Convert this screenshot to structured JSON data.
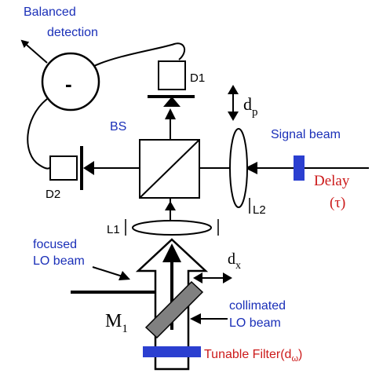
{
  "labels": {
    "balanced_detection_line1": "Balanced",
    "balanced_detection_line2": "detection",
    "detector_sign": "-",
    "d1": "D1",
    "d2": "D2",
    "bs": "BS",
    "dp_main": "d",
    "dp_sub": "p",
    "signal_beam": "Signal beam",
    "delay": "Delay",
    "tau": "(τ)",
    "l2": "L2",
    "l1": "L1",
    "focused_line1": "focused",
    "focused_line2": "LO beam",
    "dx_main": "d",
    "dx_sub": "x",
    "m1_main": "M",
    "m1_sub": "1",
    "collimated_line1": "collimated",
    "collimated_line2": "LO beam",
    "tunable_filter": "Tunable Filter(d",
    "tunable_filter_sub": "ω",
    "tunable_filter_close": ")"
  },
  "colors": {
    "blue_text": "#1a2fb8",
    "red_text": "#cc1a1a",
    "blue_block": "#2b3fd0",
    "mirror_gray": "#808080"
  }
}
